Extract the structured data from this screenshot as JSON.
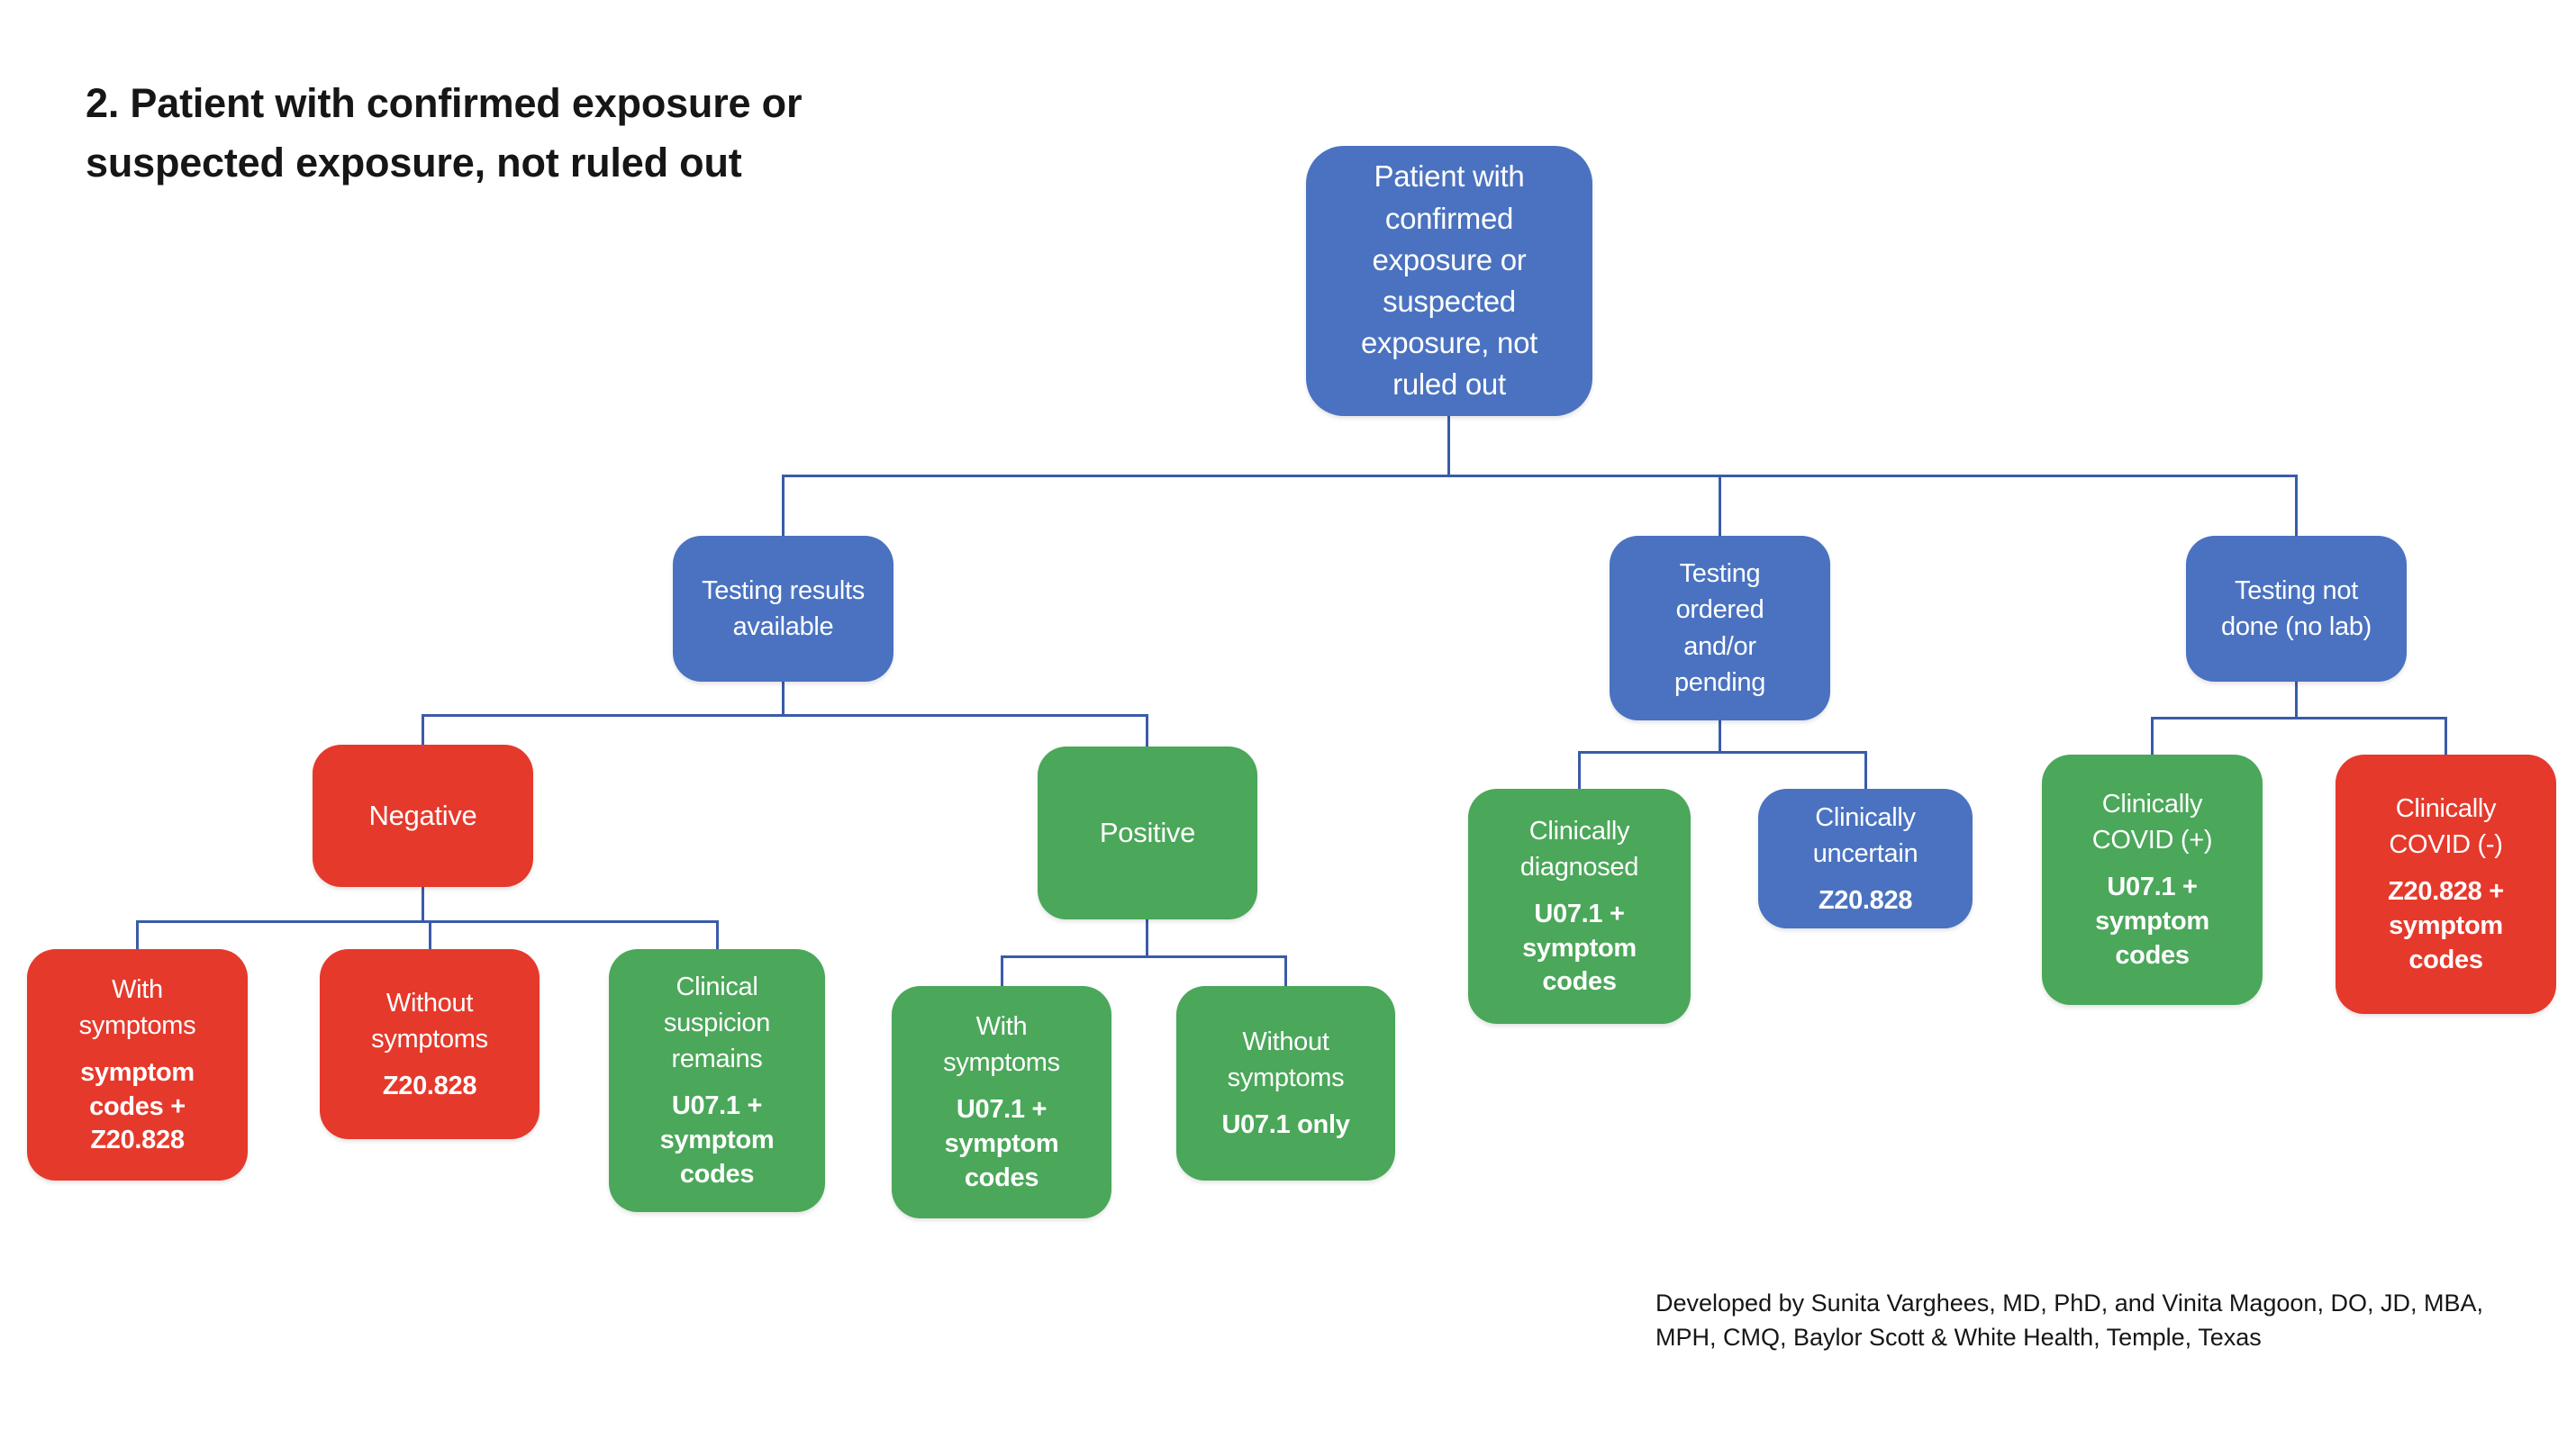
{
  "title": "2. Patient with confirmed exposure or\nsuspected exposure, not ruled out",
  "credit": "Developed by Sunita Varghees, MD, PhD, and Vinita Magoon, DO, JD, MBA,\nMPH, CMQ, Baylor Scott & White Health, Temple, Texas",
  "colors": {
    "blue": "#4a72c0",
    "green": "#4ba75a",
    "red": "#e5392c",
    "line": "#3a5ba9",
    "text_on_node": "#ffffff",
    "text_black": "#161616"
  },
  "nodes": [
    {
      "name": "patient-exposure-root",
      "color": "blue",
      "label": "Patient with\nconfirmed\nexposure or\nsuspected\nexposure, not\nruled out",
      "code": ""
    },
    {
      "name": "testing-results-available",
      "color": "blue",
      "label": "Testing results\navailable",
      "code": ""
    },
    {
      "name": "testing-ordered-pending",
      "color": "blue",
      "label": "Testing\nordered\nand/or\npending",
      "code": ""
    },
    {
      "name": "testing-not-done",
      "color": "blue",
      "label": "Testing not\ndone (no lab)",
      "code": ""
    },
    {
      "name": "negative",
      "color": "red",
      "label": "Negative",
      "code": ""
    },
    {
      "name": "positive",
      "color": "green",
      "label": "Positive",
      "code": ""
    },
    {
      "name": "clinically-diagnosed",
      "color": "green",
      "label": "Clinically\ndiagnosed",
      "code": "U07.1 +\nsymptom\ncodes"
    },
    {
      "name": "clinically-uncertain",
      "color": "blue",
      "label": "Clinically\nuncertain",
      "code": "Z20.828"
    },
    {
      "name": "clinically-covid-positive",
      "color": "green",
      "label": "Clinically\nCOVID (+)",
      "code": "U07.1 +\nsymptom\ncodes"
    },
    {
      "name": "clinically-covid-negative",
      "color": "red",
      "label": "Clinically\nCOVID (-)",
      "code": "Z20.828 +\nsymptom\ncodes"
    },
    {
      "name": "negative-with-symptoms",
      "color": "red",
      "label": "With\nsymptoms",
      "code": "symptom\ncodes +\nZ20.828"
    },
    {
      "name": "negative-without-symptoms",
      "color": "red",
      "label": "Without\nsymptoms",
      "code": "Z20.828"
    },
    {
      "name": "clinical-suspicion-remains",
      "color": "green",
      "label": "Clinical\nsuspicion\nremains",
      "code": "U07.1 +\nsymptom\ncodes"
    },
    {
      "name": "positive-with-symptoms",
      "color": "green",
      "label": "With\nsymptoms",
      "code": "U07.1 +\nsymptom\ncodes"
    },
    {
      "name": "positive-without-symptoms",
      "color": "green",
      "label": "Without\nsymptoms",
      "code": "U07.1 only"
    }
  ]
}
